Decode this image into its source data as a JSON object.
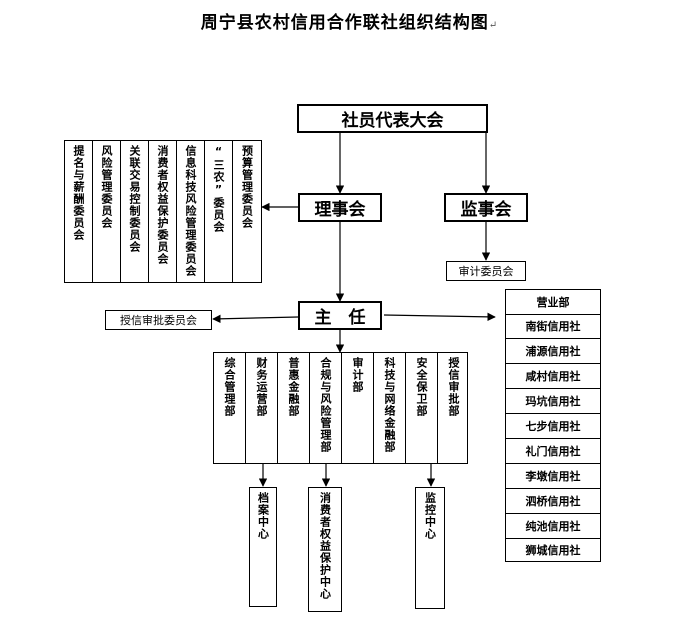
{
  "title": "周宁县农村信用合作联社组织结构图",
  "nodes": {
    "assembly": "社员代表大会",
    "board": "理事会",
    "supervisory": "监事会",
    "audit_committee": "审计委员会",
    "director": "主　任",
    "credit_approval_committee": "授信审批委员会"
  },
  "board_committees": [
    "提名与薪酬委员会",
    "风险管理委员会",
    "关联交易控制委员会",
    "消费者权益保护委员会",
    "信息科技风险管理委员会",
    "“三农”委员会",
    "预算管理委员会"
  ],
  "departments": [
    "综合管理部",
    "财务运营部",
    "普惠金融部",
    "合规与风险管理部",
    "审计部",
    "科技与网络金融部",
    "安全保卫部",
    "授信审批部"
  ],
  "centers": {
    "archive": "档案中心",
    "consumer": "消费者权益保护中心",
    "monitor": "监控中心"
  },
  "branches_header": "营业部",
  "branches": [
    "南街信用社",
    "浦源信用社",
    "咸村信用社",
    "玛坑信用社",
    "七步信用社",
    "礼门信用社",
    "李墩信用社",
    "泗桥信用社",
    "纯池信用社",
    "狮城信用社"
  ]
}
